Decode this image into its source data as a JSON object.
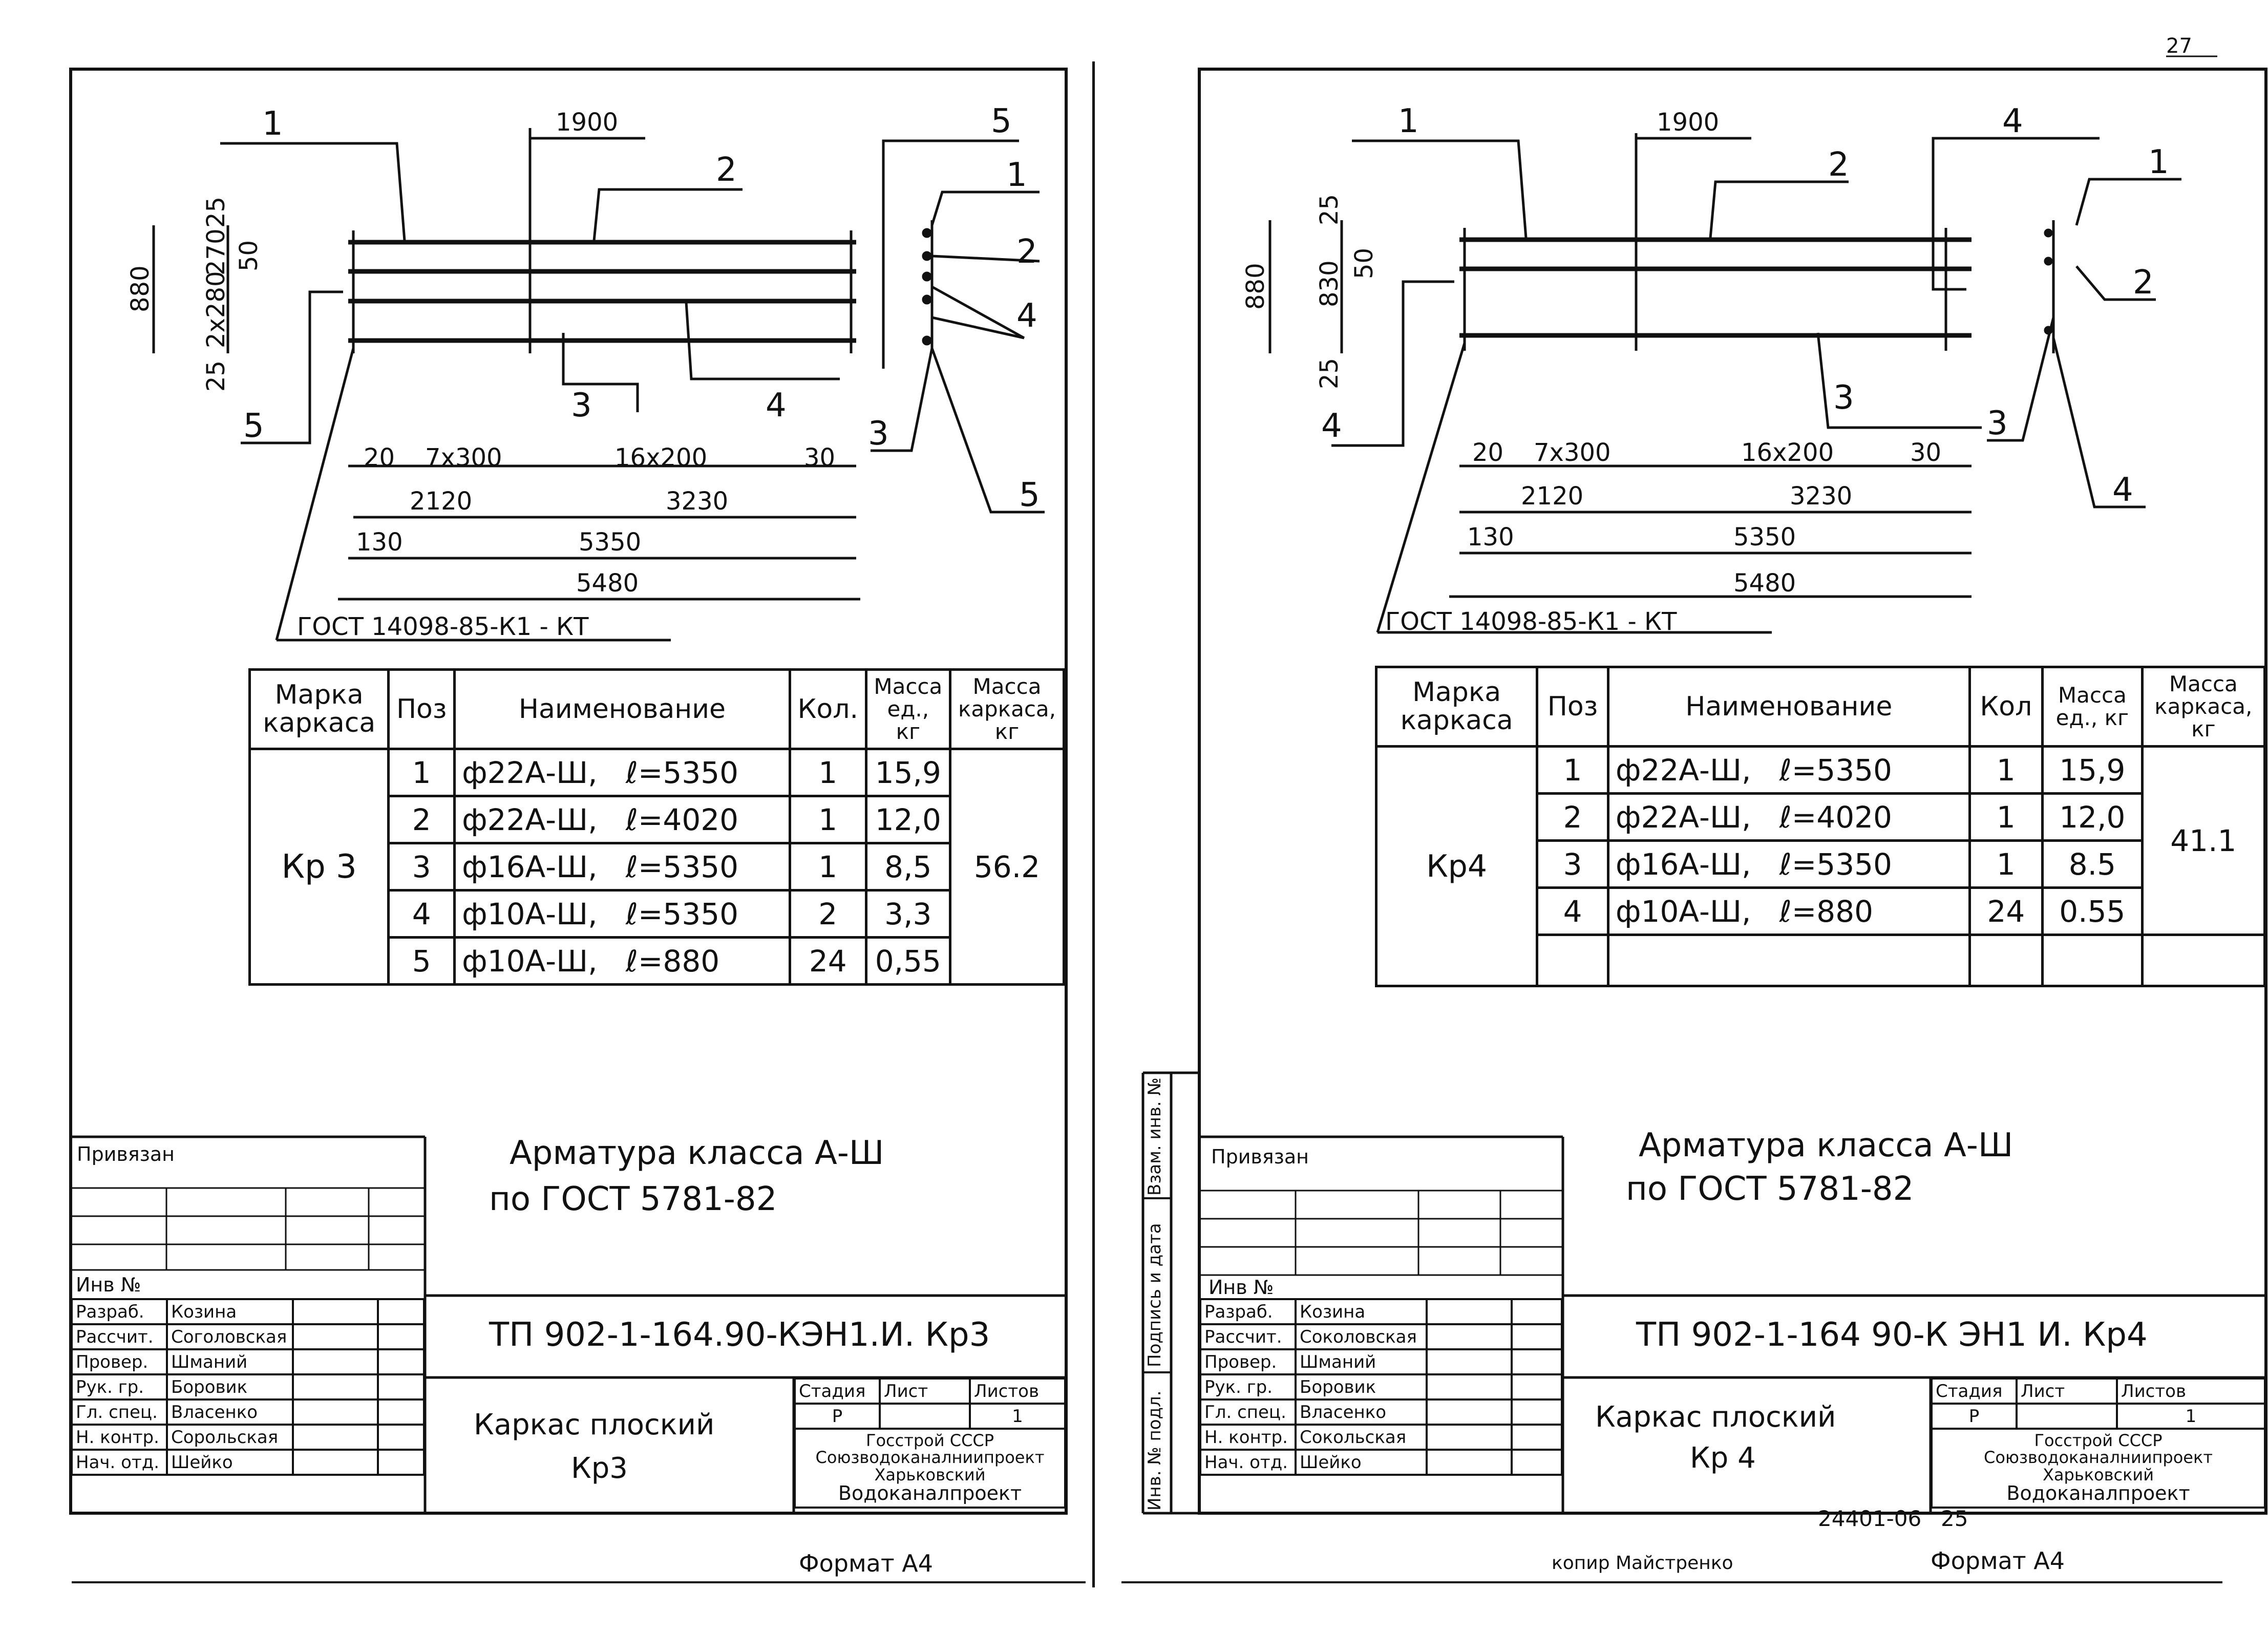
{
  "corner_mark": "27",
  "archive_number": "24401-06",
  "archive_page": "25",
  "copier": "копир Майстренко",
  "sheets": [
    {
      "id": "kr3",
      "drawing": {
        "leaders": [
          "1",
          "2",
          "5",
          "5",
          "3",
          "4",
          "1",
          "2",
          "4",
          "3",
          "5"
        ],
        "dims": {
          "top": "1900",
          "height_total": "880",
          "top_gap": "25",
          "spacing1": "270",
          "spacing2": "2x280",
          "spacing_small": "50",
          "bottom_gap": "25",
          "seg_a": "20",
          "seg_b": "7x300",
          "seg_c": "16x200",
          "seg_d": "30",
          "row2_a": "2120",
          "row2_b": "3230",
          "row3_a": "130",
          "row3_b": "5350",
          "total": "5480"
        },
        "gost": "ГОСТ  14098-85-К1 - КТ"
      },
      "table": {
        "headers": {
          "mark": "Марка каркаса",
          "pos": "Поз",
          "name": "Наименование",
          "qty": "Кол.",
          "unit_mass": "Масса ед., кг",
          "frame_mass": "Масса каркаса, кг"
        },
        "mark": "Кр 3",
        "frame_mass": "56.2",
        "rows": [
          {
            "pos": "1",
            "name": "ф22А-Ш,",
            "len": "ℓ=5350",
            "qty": "1",
            "mass": "15,9"
          },
          {
            "pos": "2",
            "name": "ф22А-Ш,",
            "len": "ℓ=4020",
            "qty": "1",
            "mass": "12,0"
          },
          {
            "pos": "3",
            "name": "ф16А-Ш,",
            "len": "ℓ=5350",
            "qty": "1",
            "mass": "8,5"
          },
          {
            "pos": "4",
            "name": "ф10А-Ш,",
            "len": "ℓ=5350",
            "qty": "2",
            "mass": "3,3"
          },
          {
            "pos": "5",
            "name": "ф10А-Ш,",
            "len": "ℓ=880",
            "qty": "24",
            "mass": "0,55"
          }
        ]
      },
      "note": {
        "line1": "Арматура  класса  А-Ш",
        "line2": "по  ГОСТ   5781-82"
      },
      "stamp": {
        "privyazan": "Привязан",
        "inv": "Инв №",
        "doc_code": "ТП 902-1-164.90-КЭН1.И. Кр3",
        "title_line1": "Каркас  плоский",
        "title_line2": "Кр3",
        "stage_label": "Стадия",
        "sheet_label": "Лист",
        "sheets_label": "Листов",
        "stage": "Р",
        "sheet_no": "",
        "sheets_total": "1",
        "org": [
          "Госстрой СССР",
          "Союзводоканалниипроект",
          "Харьковский",
          "Водоканалпроект"
        ],
        "roles": [
          {
            "role": "Разраб.",
            "name": "Козина"
          },
          {
            "role": "Рассчит.",
            "name": "Соголовская"
          },
          {
            "role": "Провер.",
            "name": "Шманий"
          },
          {
            "role": "Рук. гр.",
            "name": "Боровик"
          },
          {
            "role": "Гл. спец.",
            "name": "Власенко"
          },
          {
            "role": "Н. контр.",
            "name": "Сорольская"
          },
          {
            "role": "Нач. отд.",
            "name": "Шейко"
          }
        ]
      },
      "format": "Формат  А4"
    },
    {
      "id": "kr4",
      "drawing": {
        "leaders": [
          "1",
          "2",
          "4",
          "1",
          "2",
          "4",
          "3",
          "3",
          "4"
        ],
        "dims": {
          "top": "1900",
          "height_total": "880",
          "top_gap": "25",
          "spacing1": "830",
          "spacing_small": "50",
          "bottom_gap": "25",
          "seg_a": "20",
          "seg_b": "7x300",
          "seg_c": "16x200",
          "seg_d": "30",
          "row2_a": "2120",
          "row2_b": "3230",
          "row3_a": "130",
          "row3_b": "5350",
          "total": "5480"
        },
        "gost": "ГОСТ  14098-85-К1 - КТ"
      },
      "table": {
        "headers": {
          "mark": "Марка каркаса",
          "pos": "Поз",
          "name": "Наименование",
          "qty": "Кол",
          "unit_mass": "Масса ед., кг",
          "frame_mass": "Масса каркаса, кг"
        },
        "mark": "Кр4",
        "frame_mass": "41.1",
        "rows": [
          {
            "pos": "1",
            "name": "ф22А-Ш,",
            "len": "ℓ=5350",
            "qty": "1",
            "mass": "15,9"
          },
          {
            "pos": "2",
            "name": "ф22А-Ш,",
            "len": "ℓ=4020",
            "qty": "1",
            "mass": "12,0"
          },
          {
            "pos": "3",
            "name": "ф16А-Ш,",
            "len": "ℓ=5350",
            "qty": "1",
            "mass": "8.5"
          },
          {
            "pos": "4",
            "name": "ф10А-Ш,",
            "len": "ℓ=880",
            "qty": "24",
            "mass": "0.55"
          }
        ]
      },
      "note": {
        "line1": "Арматура  класса  А-Ш",
        "line2": "по  ГОСТ   5781-82"
      },
      "side_labels": [
        "Взам. инв. №",
        "Подпись и дата",
        "Инв. № подл."
      ],
      "stamp": {
        "privyazan": "Привязан",
        "inv": "Инв №",
        "doc_code": "ТП 902-1-164 90-К ЭН1 И. Кр4",
        "title_line1": "Каркас  плоский",
        "title_line2": "Кр 4",
        "stage_label": "Стадия",
        "sheet_label": "Лист",
        "sheets_label": "Листов",
        "stage": "Р",
        "sheet_no": "",
        "sheets_total": "1",
        "org": [
          "Госстрой СССР",
          "Союзводоканалниипроект",
          "Харьковский",
          "Водоканалпроект"
        ],
        "roles": [
          {
            "role": "Разраб.",
            "name": "Козина"
          },
          {
            "role": "Рассчит.",
            "name": "Соколовская"
          },
          {
            "role": "Провер.",
            "name": "Шманий"
          },
          {
            "role": "Рук. гр.",
            "name": "Боровик"
          },
          {
            "role": "Гл. спец.",
            "name": "Власенко"
          },
          {
            "role": "Н. контр.",
            "name": "Сокольская"
          },
          {
            "role": "Нач. отд.",
            "name": "Шейко"
          }
        ]
      },
      "format": "Формат  А4"
    }
  ]
}
